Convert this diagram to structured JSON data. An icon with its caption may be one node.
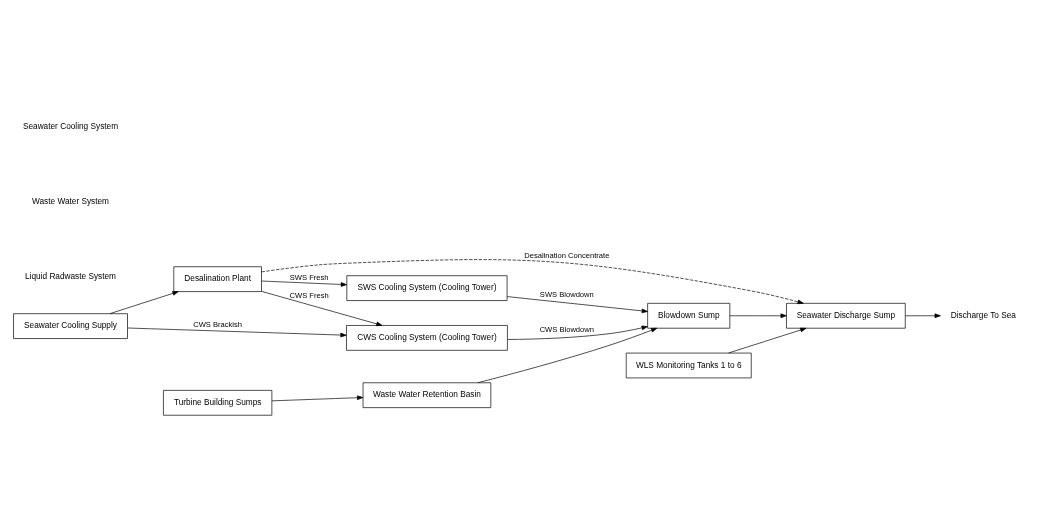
{
  "diagram": {
    "nodes": [
      {
        "text": [
          "Seawater Cooling Supply"
        ]
      },
      {
        "text": [
          "Desalination Plant"
        ]
      },
      {
        "text": [
          "SWS Cooling System (Cooling Tower)"
        ]
      },
      {
        "text": [
          "CWS Cooling System (Cooling Tower)"
        ]
      },
      {
        "text": [
          "Turbine Building Sumps"
        ]
      },
      {
        "text": [
          "Waste Water Retention Basin"
        ]
      },
      {
        "text": [
          "Blowdown Sump"
        ]
      },
      {
        "text": [
          "WLS Monitoring Tanks 1 to 6"
        ]
      },
      {
        "text": [
          "Seawater Discharge Sump"
        ]
      },
      {
        "text": [
          "Discharge To Sea"
        ]
      }
    ],
    "edges": [
      {
        "from": 0,
        "to": 1,
        "arrow": "to"
      },
      {
        "from": 1,
        "to": 2,
        "arrow": "to",
        "label": "SWS Fresh"
      },
      {
        "from": 1,
        "to": 3,
        "arrow": "to",
        "label": "CWS Fresh"
      },
      {
        "from": 0,
        "to": 3,
        "arrow": "to",
        "label": "CWS Brackish"
      },
      {
        "from": 2,
        "to": 6,
        "arrow": "to",
        "label": "SWS Blowdown"
      },
      {
        "from": 3,
        "to": 6,
        "arrow": "to",
        "label": "CWS Blowdown"
      },
      {
        "from": 4,
        "to": 5,
        "arrow": "to"
      },
      {
        "from": 5,
        "to": 6,
        "arrow": "to"
      },
      {
        "from": 6,
        "to": 8,
        "arrow": "to"
      },
      {
        "from": 1,
        "to": 8,
        "arrow": "to",
        "label": "Desalination Concentrate",
        "style": "dashed"
      },
      {
        "from": 7,
        "to": 8,
        "arrow": "to"
      },
      {
        "from": 8,
        "to": 9,
        "arrow": "to"
      }
    ],
    "labels": [
      "Seawater Cooling System",
      "Waste Water System",
      "Liquid Radwaste System"
    ]
  }
}
